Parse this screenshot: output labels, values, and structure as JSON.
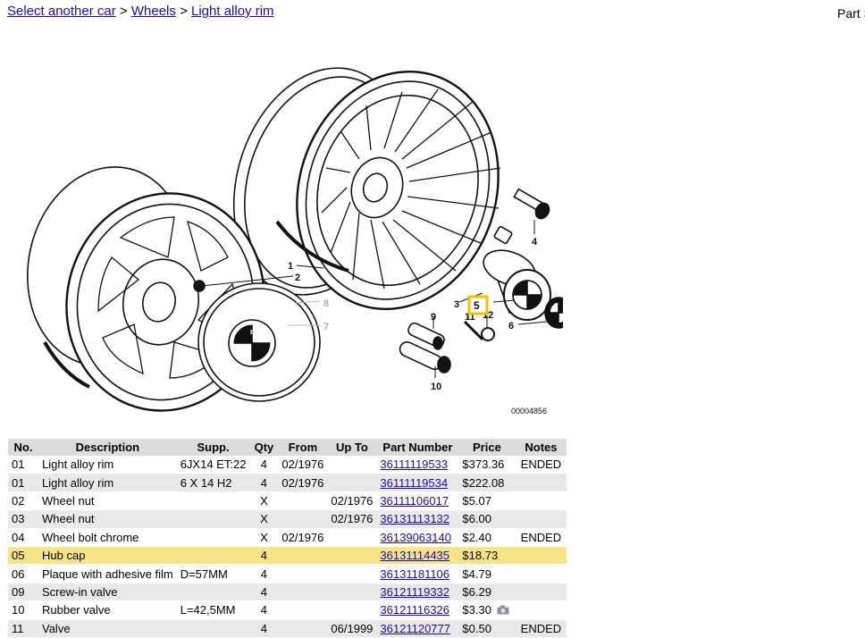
{
  "breadcrumb": {
    "items": [
      "Select another car",
      "Wheels",
      "Light alloy rim"
    ],
    "separator": ">"
  },
  "header": {
    "right_text": "Part S"
  },
  "diagram": {
    "callouts": [
      "1",
      "2",
      "3",
      "4",
      "5",
      "6",
      "7",
      "8",
      "9",
      "10",
      "11",
      "12"
    ],
    "code": "00004856",
    "emblem_text": "BMW"
  },
  "colors": {
    "link": "#1a0dab",
    "highlight_row": "#f8e38a",
    "highlight_box": "#f2c200",
    "header_bg": "#dcdcdc",
    "stripe": "#e9e9e9"
  },
  "table": {
    "columns": [
      "No.",
      "Description",
      "Supp.",
      "Qty",
      "From",
      "Up To",
      "Part Number",
      "Price",
      "Notes"
    ],
    "highlight_index": 5,
    "rows": [
      {
        "no": "01",
        "desc": "Light alloy rim",
        "supp": "6JX14 ET:22",
        "qty": "4",
        "from": "02/1976",
        "upto": "",
        "pn": "36111119533",
        "price": "$373.36",
        "notes": "ENDED"
      },
      {
        "no": "01",
        "desc": "Light alloy rim",
        "supp": "6 X 14 H2",
        "qty": "4",
        "from": "02/1976",
        "upto": "",
        "pn": "36111119534",
        "price": "$222.08",
        "notes": ""
      },
      {
        "no": "02",
        "desc": "Wheel nut",
        "supp": "",
        "qty": "X",
        "from": "",
        "upto": "02/1976",
        "pn": "36111106017",
        "price": "$5.07",
        "notes": ""
      },
      {
        "no": "03",
        "desc": "Wheel nut",
        "supp": "",
        "qty": "X",
        "from": "",
        "upto": "02/1976",
        "pn": "36131113132",
        "price": "$6.00",
        "notes": ""
      },
      {
        "no": "04",
        "desc": "Wheel bolt chrome",
        "supp": "",
        "qty": "X",
        "from": "02/1976",
        "upto": "",
        "pn": "36139063140",
        "price": "$2.40",
        "notes": "ENDED"
      },
      {
        "no": "05",
        "desc": "Hub cap",
        "supp": "",
        "qty": "4",
        "from": "",
        "upto": "",
        "pn": "36131114435",
        "price": "$18.73",
        "notes": ""
      },
      {
        "no": "06",
        "desc": "Plaque with adhesive film",
        "supp": "D=57MM",
        "qty": "4",
        "from": "",
        "upto": "",
        "pn": "36131181106",
        "price": "$4.79",
        "notes": ""
      },
      {
        "no": "09",
        "desc": "Screw-in valve",
        "supp": "",
        "qty": "4",
        "from": "",
        "upto": "",
        "pn": "36121119332",
        "price": "$6.29",
        "notes": ""
      },
      {
        "no": "10",
        "desc": "Rubber valve",
        "supp": "L=42,5MM",
        "qty": "4",
        "from": "",
        "upto": "",
        "pn": "36121116326",
        "price": "$3.30",
        "notes": "",
        "camera": true
      },
      {
        "no": "11",
        "desc": "Valve",
        "supp": "",
        "qty": "4",
        "from": "",
        "upto": "06/1999",
        "pn": "36121120777",
        "price": "$0.50",
        "notes": "ENDED"
      }
    ]
  }
}
